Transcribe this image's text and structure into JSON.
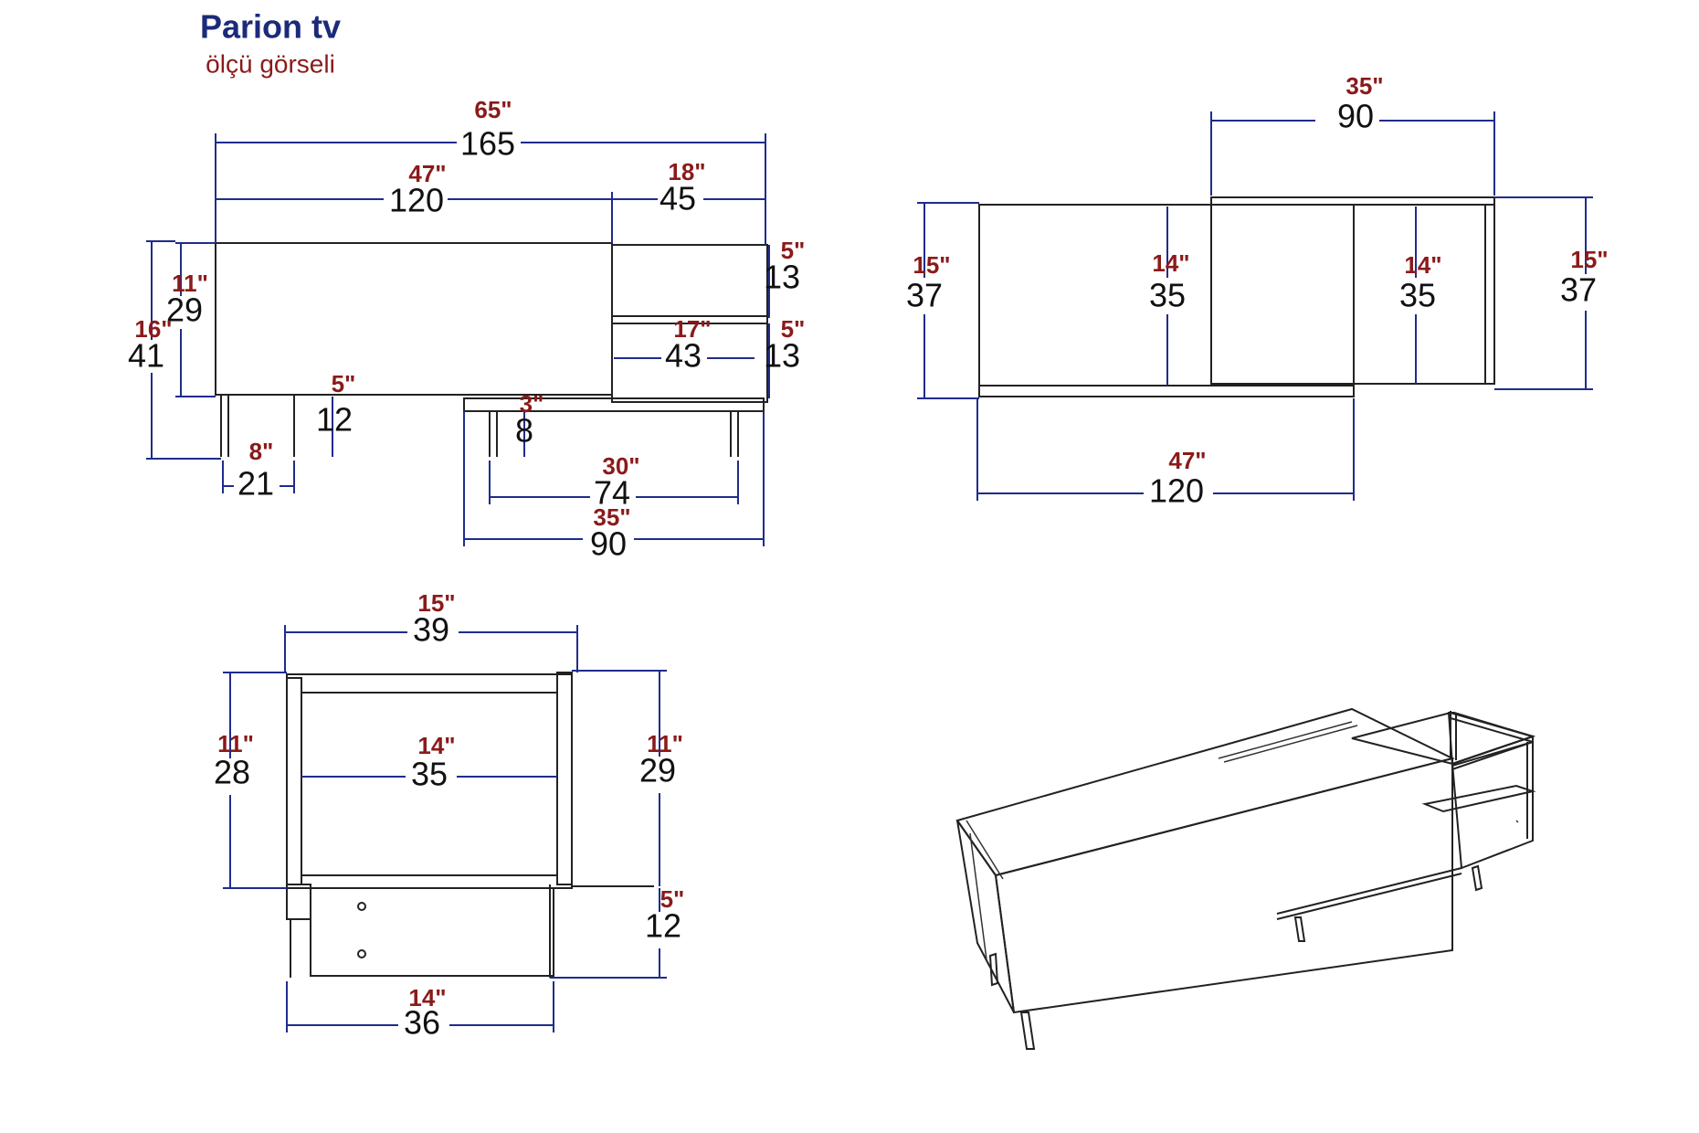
{
  "title": "Parion tv",
  "subtitle": "ölçü görseli",
  "front": {
    "total_cm": "165",
    "total_in": "65\"",
    "main_cm": "120",
    "main_in": "47\"",
    "side_cm": "45",
    "side_in": "18\"",
    "shelf_top_cm": "13",
    "shelf_top_in": "5\"",
    "shelf_bottom_cm": "13",
    "shelf_bottom_in": "5\"",
    "inner_cm": "43",
    "inner_in": "17\"",
    "body_h_cm": "29",
    "body_h_in": "11\"",
    "total_h_cm": "41",
    "total_h_in": "16\"",
    "leg_h_cm": "12",
    "leg_h_in": "5\"",
    "leg_gap_cm": "21",
    "leg_gap_in": "8\"",
    "base_cm": "8",
    "base_in": "3\"",
    "legs_cm": "74",
    "legs_in": "30\"",
    "lower_cm": "90",
    "lower_in": "35\""
  },
  "top": {
    "ext_cm": "90",
    "ext_in": "35\"",
    "left_d_cm": "37",
    "left_d_in": "15\"",
    "mid_d_cm": "35",
    "mid_d_in": "14\"",
    "right_inner_cm": "35",
    "right_inner_in": "14\"",
    "right_d_cm": "37",
    "right_d_in": "15\"",
    "bottom_cm": "120",
    "bottom_in": "47\""
  },
  "side": {
    "top_w_cm": "39",
    "top_w_in": "15\"",
    "inner_w_cm": "35",
    "inner_w_in": "14\"",
    "left_h_cm": "28",
    "left_h_in": "11\"",
    "right_h_cm": "29",
    "right_h_in": "11\"",
    "leg_h_cm": "12",
    "leg_h_in": "5\"",
    "bottom_w_cm": "36",
    "bottom_w_in": "14\""
  }
}
